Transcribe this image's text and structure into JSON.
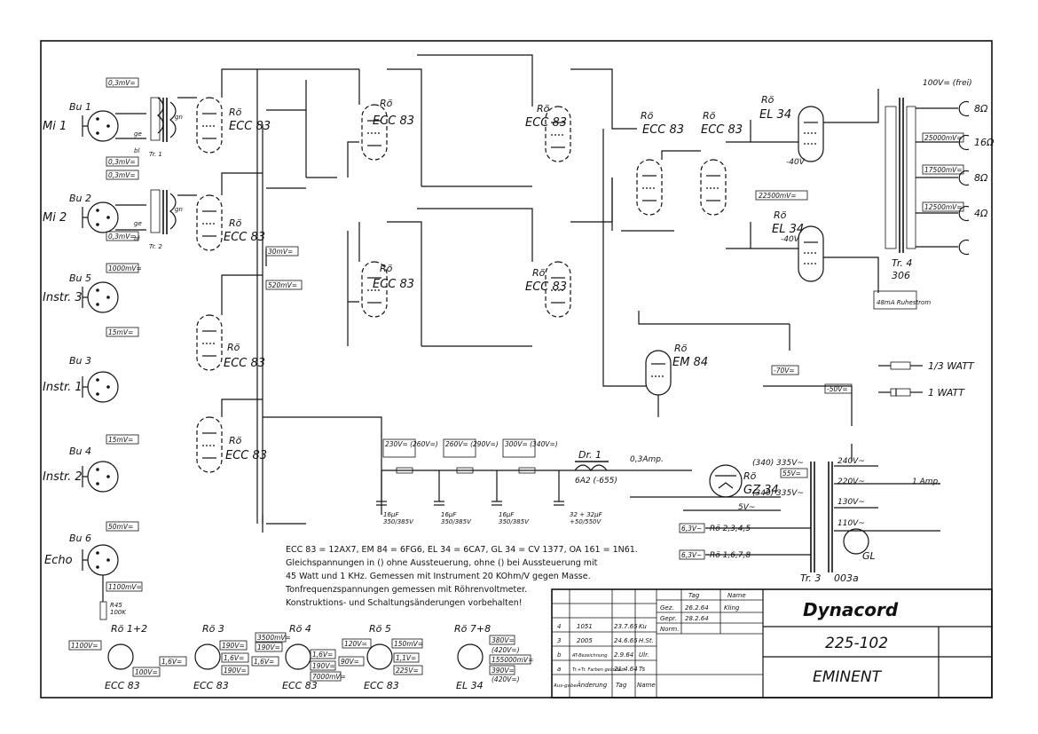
{
  "inputs": [
    {
      "socket": "Bu 1",
      "name": "Mi 1",
      "level_top": "0,3mV=",
      "level_bottom": "0,3mV=",
      "transformer": "Tr. 1"
    },
    {
      "socket": "Bu 2",
      "name": "Mi 2",
      "level_top": "0,3mV=",
      "level_bottom": "0,3mV=",
      "transformer": "Tr. 2"
    },
    {
      "socket": "Bu 5",
      "name": "Instr. 3",
      "level_top": "1000mV=",
      "level_bottom": ""
    },
    {
      "socket": "Bu 3",
      "name": "Instr. 1",
      "level_top": "15mV=",
      "level_bottom": ""
    },
    {
      "socket": "Bu 4",
      "name": "Instr. 2",
      "level_top": "15mV=",
      "level_bottom": ""
    },
    {
      "socket": "Bu 6",
      "name": "Echo",
      "level_top": "50mV=",
      "level_bottom": "1100mV="
    }
  ],
  "tubes": [
    {
      "id": "Rö1",
      "type": "ECC 83"
    },
    {
      "id": "Rö2",
      "type": "ECC 83"
    },
    {
      "id": "Rö3",
      "type": "ECC 83"
    },
    {
      "id": "Rö4",
      "type": "ECC 83"
    },
    {
      "id": "Rö5",
      "type": "ECC 83"
    },
    {
      "id": "Rö6",
      "type": "EM 84"
    },
    {
      "id": "Rö7",
      "type": "EL 34"
    },
    {
      "id": "Rö8",
      "type": "EL 34"
    },
    {
      "id": "Rö9",
      "type": "GZ 34"
    }
  ],
  "levels": {
    "l30": "30mV=",
    "l520": "520mV=",
    "l22500": "22500mV=",
    "l25000": "25000mV=",
    "l17500": "17500mV=",
    "l12500": "12500mV=",
    "l100v": "100V= (frei)",
    "ruhestrom": "48mA Ruhestrom",
    "v70": "-70V=",
    "v50": "-50V=",
    "v40a": "-40V",
    "v40b": "-40V",
    "v55": "55V="
  },
  "outputs": [
    "8Ω",
    "16Ω",
    "8Ω",
    "4Ω"
  ],
  "output_transformer": [
    "Tr. 4",
    "306"
  ],
  "supply": [
    {
      "label": "230V= (260V=)"
    },
    {
      "label": "260V= (290V=)"
    },
    {
      "label": "300V= (340V=)"
    }
  ],
  "choke": {
    "name": "Dr. 1",
    "value": "6A2 (-655)"
  },
  "mains": {
    "fuse_out": "0,3Amp.",
    "fuse_in": "1 Amp.",
    "taps": [
      "240V~",
      "220V~",
      "130V~",
      "110V~"
    ],
    "transformer": "Tr. 3",
    "trafo_no": "003a",
    "lamp": "GL",
    "hv1": "(340) 335V~",
    "hv2": "(340) 335V~",
    "h1": "6,3V~",
    "h2": "6,3V~",
    "h1lbl": "Rö 2,3,4,5",
    "h2lbl": "Rö 1,6,7,8",
    "v5": "5V~"
  },
  "legend": {
    "r13": "1/3 WATT",
    "r1": "1 WATT"
  },
  "notes": [
    "ECC 83 = 12AX7, EM 84 = 6FG6, EL 34 = 6CA7, GL 34 = CV 1377, OA 161 = 1N61.",
    "Gleichspannungen in () ohne Aussteuerung, ohne () bei Aussteuerung mit",
    "45 Watt und 1 KHz. Gemessen mit Instrument 20 KOhm/V gegen Masse.",
    "Tonfrequenzspannungen gemessen mit Röhrenvoltmeter.",
    "Konstruktions- und Schaltungsänderungen vorbehalten!"
  ],
  "pinouts": [
    {
      "id": "Rö 1+2",
      "type": "ECC 83",
      "vals": [
        "1100V=",
        "100V="
      ]
    },
    {
      "id": "Rö 3",
      "type": "ECC 83",
      "vals": [
        "190V=",
        "1,6V=",
        "1,6V=",
        "190V="
      ]
    },
    {
      "id": "Rö 4",
      "type": "ECC 83",
      "vals": [
        "3500mV=",
        "190V=",
        "1,6V=",
        "1,6V=",
        "190V=",
        "7000mV="
      ]
    },
    {
      "id": "Rö 5",
      "type": "ECC 83",
      "vals": [
        "120V=",
        "150mV=",
        "90V=",
        "1,1V=",
        "225V="
      ]
    },
    {
      "id": "Rö 7+8",
      "type": "EL 34",
      "vals": [
        "380V=",
        "(420V=)",
        "155000mV=",
        "390V=",
        "(420V=)"
      ]
    }
  ],
  "title_block": {
    "headers": {
      "tag": "Tag",
      "name": "Name"
    },
    "rows": [
      {
        "k": "Gez.",
        "tag": "26.2.64",
        "name": "Kling"
      },
      {
        "k": "Gepr.",
        "tag": "28.2.64",
        "name": ""
      },
      {
        "k": "Norm.",
        "tag": "",
        "name": ""
      }
    ],
    "changes": [
      {
        "n": "4",
        "what": "1051",
        "tag": "23.7.65",
        "name": "Ku"
      },
      {
        "n": "3",
        "what": "2005",
        "tag": "24.6.65",
        "name": "H.St."
      },
      {
        "n": "b",
        "what": "AT-Bezeichnung",
        "tag": "2.9.64",
        "name": "Ulr."
      },
      {
        "n": "a",
        "what": "Tr.+Tr. Farben geändert",
        "tag": "21.4.64",
        "name": "Ts"
      }
    ],
    "change_headers": {
      "a": "Aus-gabe",
      "b": "Änderung",
      "c": "Tag",
      "d": "Name"
    },
    "brand": "Dynacord",
    "number": "225-102",
    "model": "EMINENT"
  }
}
